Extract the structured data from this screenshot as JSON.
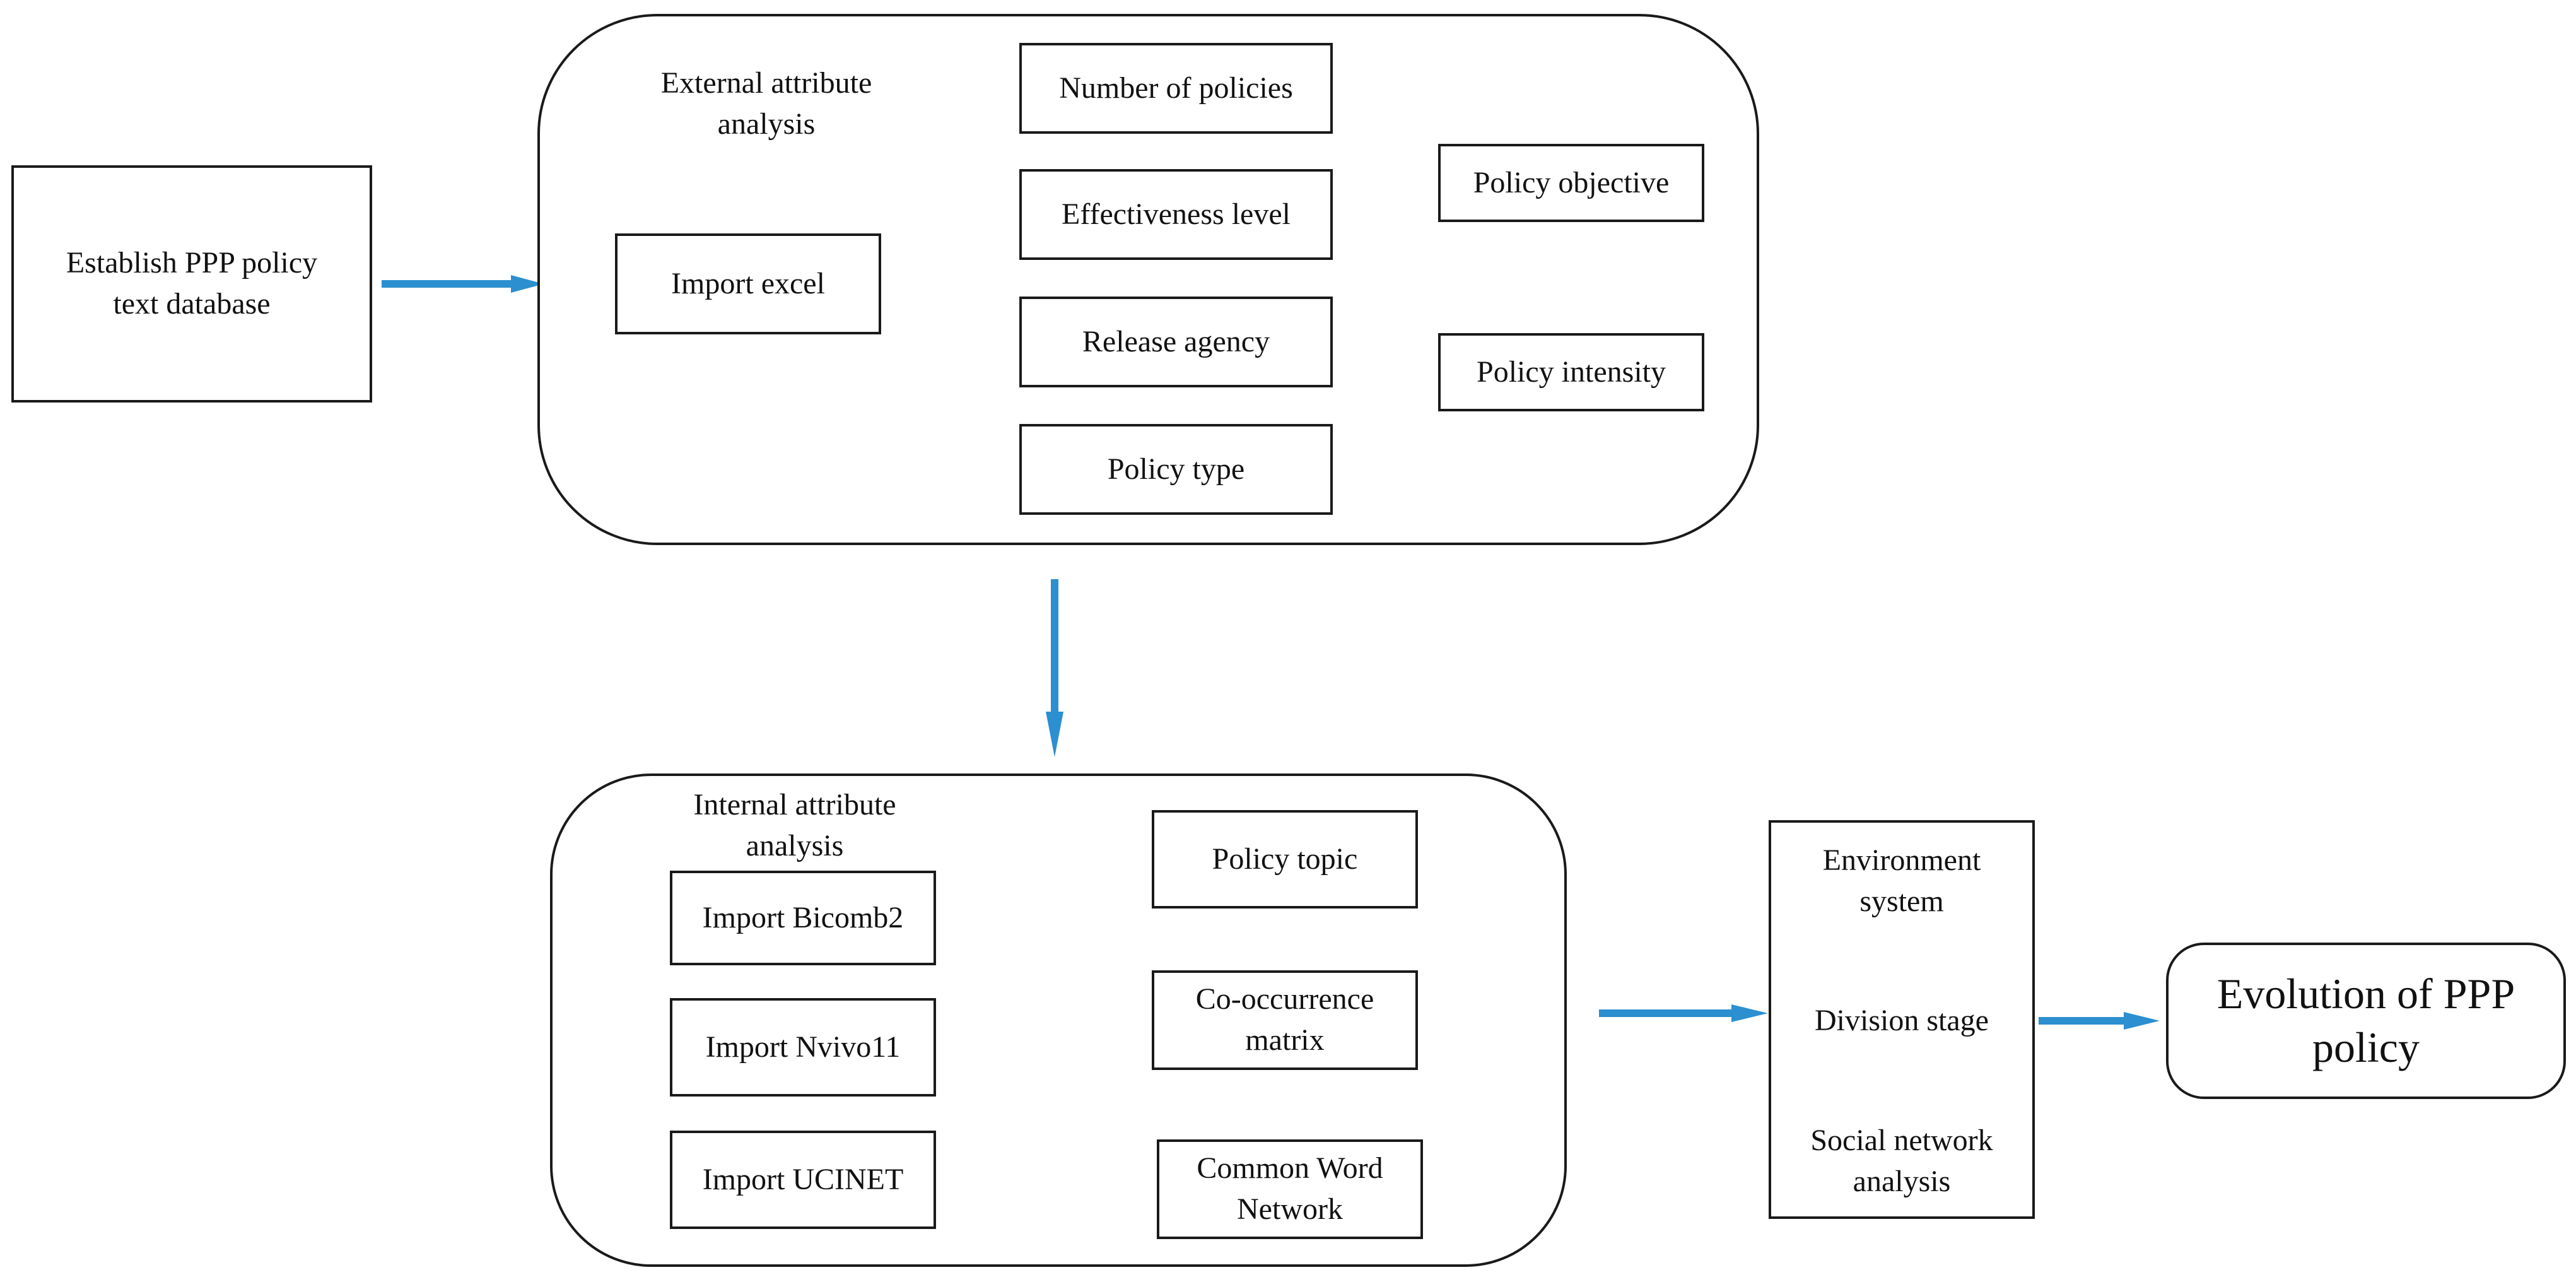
{
  "start": {
    "label": "Establish  PPP policy\ntext database"
  },
  "external": {
    "title": "External attribute\nanalysis",
    "import": "Import excel",
    "items": [
      "Number of policies",
      "Effectiveness level",
      "Release agency",
      "Policy type"
    ],
    "outputs": [
      "Policy objective",
      "Policy intensity"
    ]
  },
  "internal": {
    "title": "Internal attribute\nanalysis",
    "imports": [
      "Import Bicomb2",
      "Import Nvivo11",
      "Import UCINET"
    ],
    "outputs": [
      "Policy topic",
      "Co-occurrence\nmatrix",
      "Common Word\nNetwork"
    ]
  },
  "analysis": {
    "items": [
      "Environment\nsystem",
      "Division stage",
      "Social network\nanalysis"
    ]
  },
  "result": {
    "label": "Evolution of PPP\npolicy"
  },
  "colors": {
    "arrow": "#2b8fd0",
    "border": "#1a1a1a"
  }
}
